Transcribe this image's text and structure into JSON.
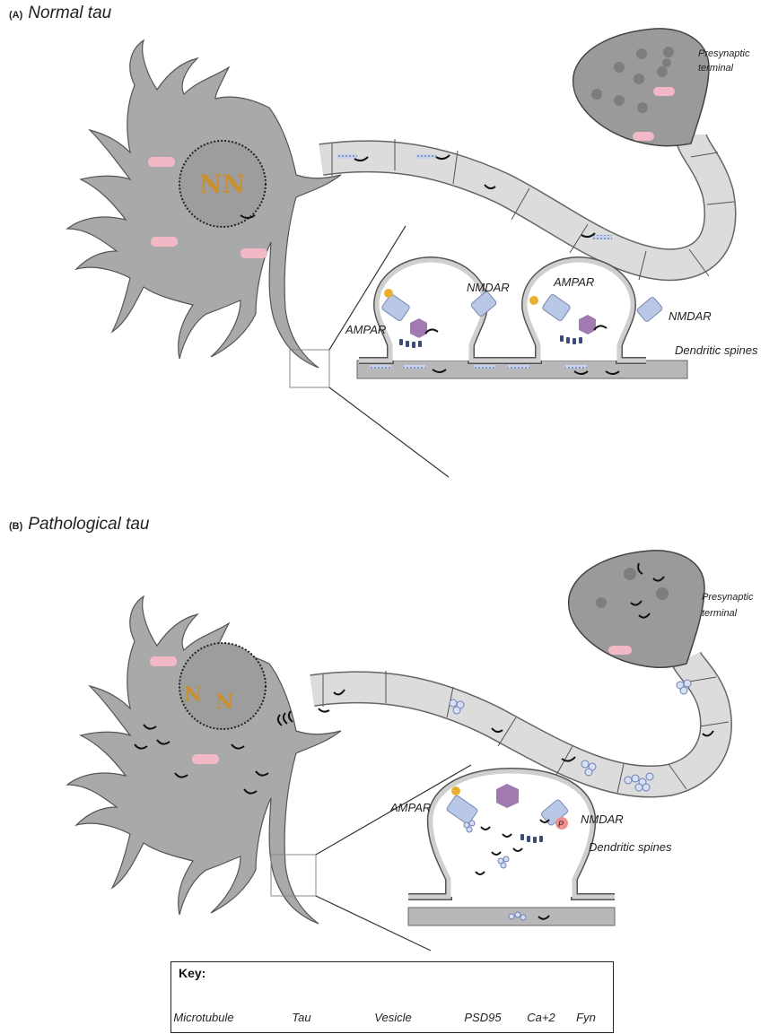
{
  "panel_a": {
    "letter": "(A)",
    "title": "Normal tau",
    "labels": {
      "presynaptic": "Presynaptic terminal",
      "ampar_left": "AMPAR",
      "nmdar_left": "NMDAR",
      "ampar_right": "AMPAR",
      "nmdar_right": "NMDAR",
      "dendritic": "Dendritic spines"
    }
  },
  "panel_b": {
    "letter": "(B)",
    "title": "Pathological tau",
    "labels": {
      "presynaptic": "Presynaptic terminal",
      "ampar": "AMPAR",
      "nmdar": "NMDAR",
      "dendritic": "Dendritic spines",
      "phospho": "P"
    }
  },
  "key": {
    "title": "Key:",
    "items": [
      "Microtubule",
      "Tau",
      "Vesicle",
      "PSD95",
      "Ca+2",
      "Fyn"
    ]
  },
  "colors": {
    "neuron": "#a9a9a9",
    "axon_segment": "#dcdcdc",
    "terminal": "#9a9a9a",
    "vesicle": "#7d7d7d",
    "pink_organelle": "#f2b8c6",
    "receptor": "#b9c8e6",
    "fyn": "#a07ab0",
    "calcium": "#e8b030",
    "psd95": "#3a4b7a",
    "tau": "#111111",
    "phospho": "#f08f8f"
  }
}
